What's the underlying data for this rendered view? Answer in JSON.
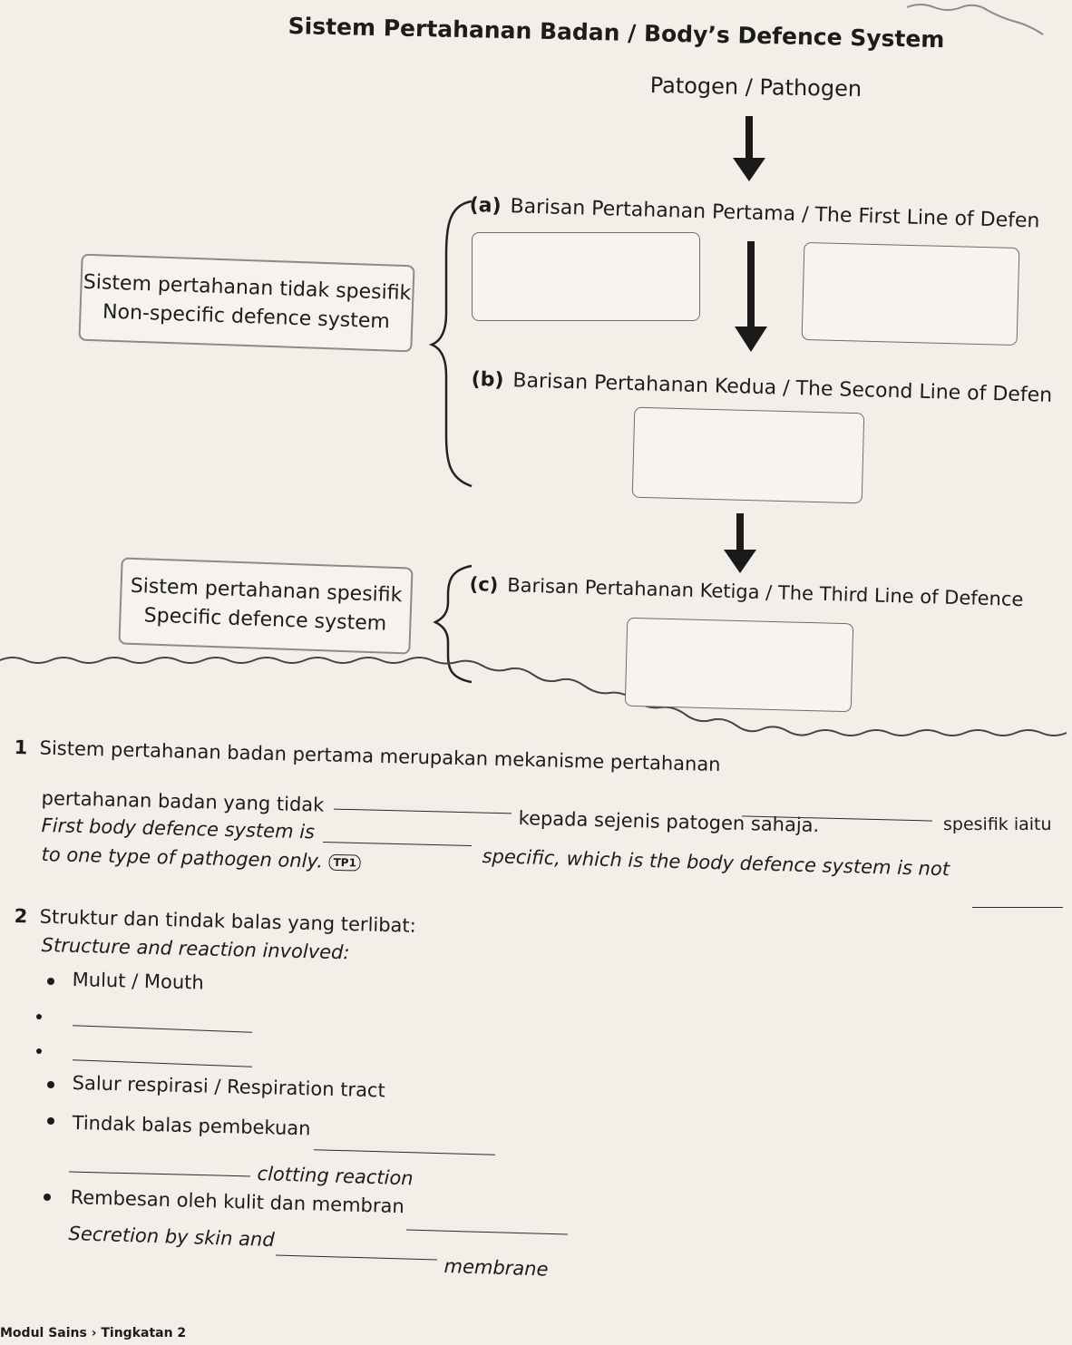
{
  "header": {
    "title": "Sistem Pertahanan Badan / Body’s Defence System"
  },
  "flowchart": {
    "pathogen": "Patogen / Pathogen",
    "nonspecific": {
      "line1": "Sistem pertahanan tidak spesifik",
      "line2": "Non-specific defence system"
    },
    "specific": {
      "line1": "Sistem pertahanan spesifik",
      "line2": "Specific defence system"
    },
    "first_line": {
      "letter": "(a)",
      "label": "Barisan Pertahanan Pertama / The First Line of Defen"
    },
    "second_line": {
      "letter": "(b)",
      "label": "Barisan Pertahanan Kedua / The Second Line of Defen"
    },
    "third_line": {
      "letter": "(c)",
      "label": "Barisan Pertahanan Ketiga / The Third Line of Defence"
    }
  },
  "question1": {
    "number": "1",
    "l1": "Sistem pertahanan badan pertama merupakan mekanisme pertahanan",
    "l2a": "pertahanan badan yang tidak",
    "l2b": "kepada sejenis patogen sahaja.",
    "l2c": "spesifik iaitu",
    "l3a": "First body defence system is",
    "l3b": "specific, which is the body defence system is not",
    "l4": "to one type of pathogen only.",
    "tp": "TP1"
  },
  "question2": {
    "number": "2",
    "title": "Struktur dan tindak balas yang terlibat:",
    "subtitle": "Structure and reaction involved:",
    "mouth": "Mulut / Mouth",
    "respiratory": "Salur respirasi / Respiration tract",
    "clotting_ms": "Tindak balas pembekuan",
    "clotting_en": "clotting reaction",
    "secretion_ms": "Rembesan oleh kulit dan membran",
    "secretion_en_a": "Secretion by skin and",
    "secretion_en_b": "membrane"
  },
  "footer": {
    "text": "Modul Sains › Tingkatan 2"
  }
}
